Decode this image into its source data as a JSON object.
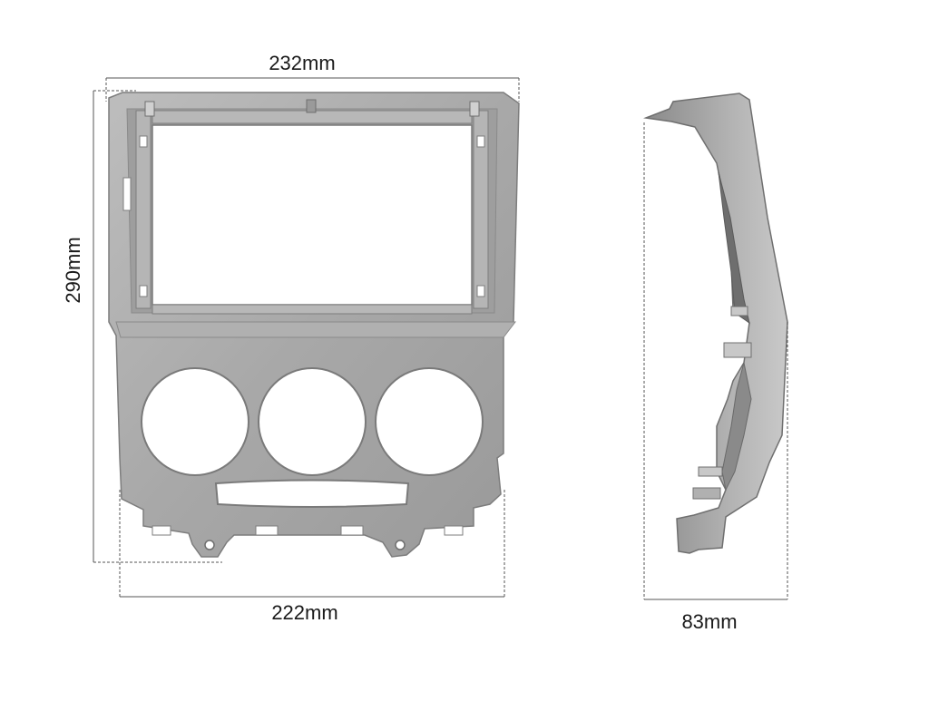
{
  "dimensions": {
    "top_width": "232mm",
    "height": "290mm",
    "bottom_width": "222mm",
    "depth": "83mm"
  },
  "colors": {
    "panel_fill": "#a9a9a9",
    "panel_light": "#c4c4c4",
    "panel_dark": "#7d7d7d",
    "panel_edge": "#8e8e8e",
    "background": "#ffffff"
  }
}
